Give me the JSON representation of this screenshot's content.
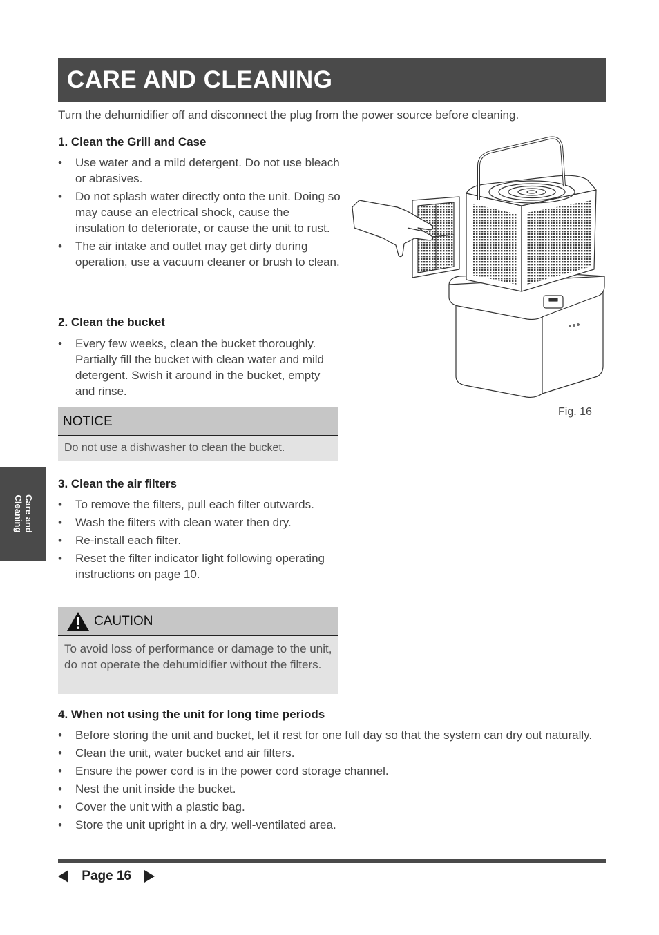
{
  "header": {
    "title": "CARE AND CLEANING"
  },
  "intro": "Turn the dehumidifier off and disconnect the plug from the power source before cleaning.",
  "section1": {
    "title": "1. Clean the Grill and Case",
    "items": [
      "Use water and a mild detergent. Do not use bleach or abrasives.",
      "Do not splash water directly onto the unit. Doing so may cause an electrical shock, cause the insulation to deteriorate, or cause the unit to rust.",
      "The air intake and outlet may get dirty during operation, use a vacuum cleaner or brush to clean."
    ]
  },
  "section2": {
    "title": "2. Clean the bucket",
    "items": [
      "Every few weeks, clean the bucket thoroughly. Partially fill the bucket with clean water and mild detergent. Swish it around in the bucket, empty and rinse."
    ]
  },
  "notice": {
    "title": "NOTICE",
    "text": "Do not use a dishwasher to clean the bucket."
  },
  "section3": {
    "title": "3. Clean the air filters",
    "items": [
      "To remove the filters, pull each filter outwards.",
      "Wash the filters with clean water then dry.",
      "Re-install each filter.",
      "Reset the filter indicator light following operating instructions on page 10."
    ]
  },
  "caution": {
    "title": "CAUTION",
    "text": "To avoid loss of performance or damage to the unit, do not operate the dehumidifier without the filters.",
    "icon": "warning-triangle-icon"
  },
  "section4": {
    "title": "4. When not using the unit for long time periods",
    "items": [
      "Before storing the unit and bucket, let it rest for one full day so that the system can dry out naturally.",
      "Clean the unit, water bucket and air filters.",
      "Ensure the power cord is in the power cord storage channel.",
      "Nest the unit inside the bucket.",
      "Cover the unit with a plastic bag.",
      "Store the unit upright in a dry, well-ventilated area."
    ]
  },
  "figure": {
    "caption": "Fig. 16"
  },
  "side_tab": {
    "label": "Care and\nCleaning"
  },
  "footer": {
    "page": "Page 16"
  },
  "colors": {
    "dark_bar": "#4a4a4a",
    "box_head": "#c6c6c6",
    "box_body": "#e3e3e3"
  }
}
